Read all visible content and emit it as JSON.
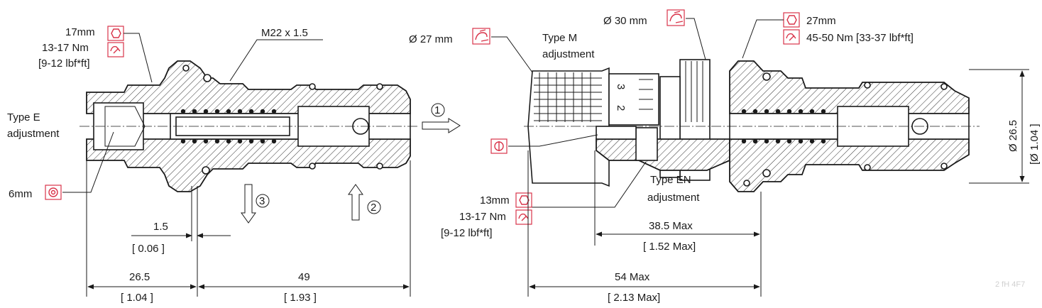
{
  "left_assembly": {
    "hex_callout": {
      "size": "17mm",
      "torque": "13-17 Nm",
      "torque_imperial": "[9-12 lbf*ft]"
    },
    "thread": "M22 x 1.5",
    "type_e_label": "Type E\nadjustment",
    "allen_callout": "6mm",
    "dim_small": {
      "value": "1.5",
      "imperial": "[ 0.06 ]"
    },
    "dim_left": {
      "value": "26.5",
      "imperial": "[ 1.04 ]"
    },
    "dim_right": {
      "value": "49",
      "imperial": "[ 1.93 ]"
    },
    "arrow3": "3",
    "arrow2": "2"
  },
  "flow_marker": "1",
  "right_assembly": {
    "knob_callout": "Ø 27 mm",
    "type_m_label": "Type M\nadjustment",
    "knob2_callout": "Ø 30 mm",
    "hex_callout": {
      "size": "27mm",
      "torque": "45-50 Nm [33-37 lbf*ft]"
    },
    "type_en_label": "Type EN\nadjustment",
    "small_hex_callout": {
      "size": "13mm",
      "torque": "13-17 Nm",
      "torque_imperial": "[9-12 lbf*ft]"
    },
    "dim_mid": {
      "value": "38.5 Max",
      "imperial": "[ 1.52 Max]"
    },
    "dim_total": {
      "value": "54 Max",
      "imperial": "[ 2.13 Max]"
    },
    "dim_dia": {
      "value": "Ø 26.5",
      "imperial": "[Ø 1.04 ]"
    },
    "knob_digits": [
      "3",
      "2"
    ]
  },
  "watermark": "2 fH 4F7",
  "icons": [
    "hex-wrench-icon",
    "torque-wrench-icon",
    "allen-key-icon",
    "hand-knob-icon",
    "screwdriver-slot-icon"
  ],
  "colors": {
    "icon_accent": "#d9344a",
    "line": "#1a1a1a"
  }
}
